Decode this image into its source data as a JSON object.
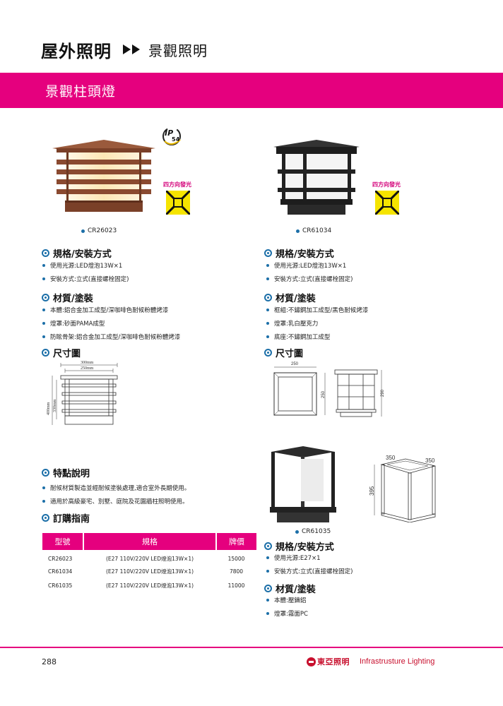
{
  "header": {
    "category": "屋外照明",
    "subcategory": "景觀照明"
  },
  "banner": {
    "title": "景觀柱頭燈"
  },
  "badges": {
    "ip_letters": "IP",
    "ip_rating": "54",
    "four_way_light": "四方向發光"
  },
  "products": {
    "p1": {
      "code": "CR26023",
      "spec_title": "規格/安裝方式",
      "specs": [
        "使用光源:LED燈泡13W×1",
        "安裝方式:立式(直接螺栓固定)"
      ],
      "material_title": "材質/塗裝",
      "materials": [
        "本體:鋁合金加工成型/深咖啡色耐候粉體烤漆",
        "燈罩:砂面PAMA成型",
        "防眩骨架:鋁合金加工成型/深咖啡色耐候粉體烤漆"
      ],
      "dim_title": "尺寸圖",
      "dims": {
        "w_outer": "300mm",
        "w_inner": "250mm",
        "h_outer": "400mm",
        "h_inner": "330mm"
      }
    },
    "p2": {
      "code": "CR61034",
      "spec_title": "規格/安裝方式",
      "specs": [
        "使用光源:LED燈泡13W×1",
        "安裝方式:立式(直接螺栓固定)"
      ],
      "material_title": "材質/塗裝",
      "materials": [
        "框組:不鏽鋼加工成型/黑色耐候烤漆",
        "燈罩:乳白壓克力",
        "底座:不鏽鋼加工成型"
      ],
      "dim_title": "尺寸圖",
      "dims": {
        "width": "250",
        "side": "250",
        "height": "290"
      }
    },
    "p3": {
      "code": "CR61035",
      "spec_title": "規格/安裝方式",
      "specs": [
        "使用光源:E27×1",
        "安裝方式:立式(直接螺栓固定)"
      ],
      "material_title": "材質/塗裝",
      "materials": [
        "本體:壓鑄鋁",
        "燈罩:霧面PC"
      ],
      "dims": {
        "a": "350",
        "b": "350",
        "h": "395"
      }
    }
  },
  "features": {
    "title": "特點說明",
    "items": [
      "耐候材質製造並經耐候塗裝處理,適合室外長期使用。",
      "適用於高級豪宅、別墅、庭院及花園牆柱照明使用。"
    ]
  },
  "order": {
    "title": "訂購指南",
    "headers": [
      "型號",
      "規格",
      "牌價"
    ],
    "rows": [
      [
        "CR26023",
        "(E27 110V/220V LED燈泡13W×1)",
        "15000"
      ],
      [
        "CR61034",
        "(E27 110V/220V LED燈泡13W×1)",
        "7800"
      ],
      [
        "CR61035",
        "(E27 110V/220V LED燈泡13W×1)",
        "11000"
      ]
    ]
  },
  "footer": {
    "page": "288",
    "brand": "東亞照明",
    "tagline": "Infrastrusture Lighting"
  },
  "colors": {
    "accent": "#e5007e",
    "bullet": "#1c6fa8",
    "brand": "#c8102e"
  }
}
